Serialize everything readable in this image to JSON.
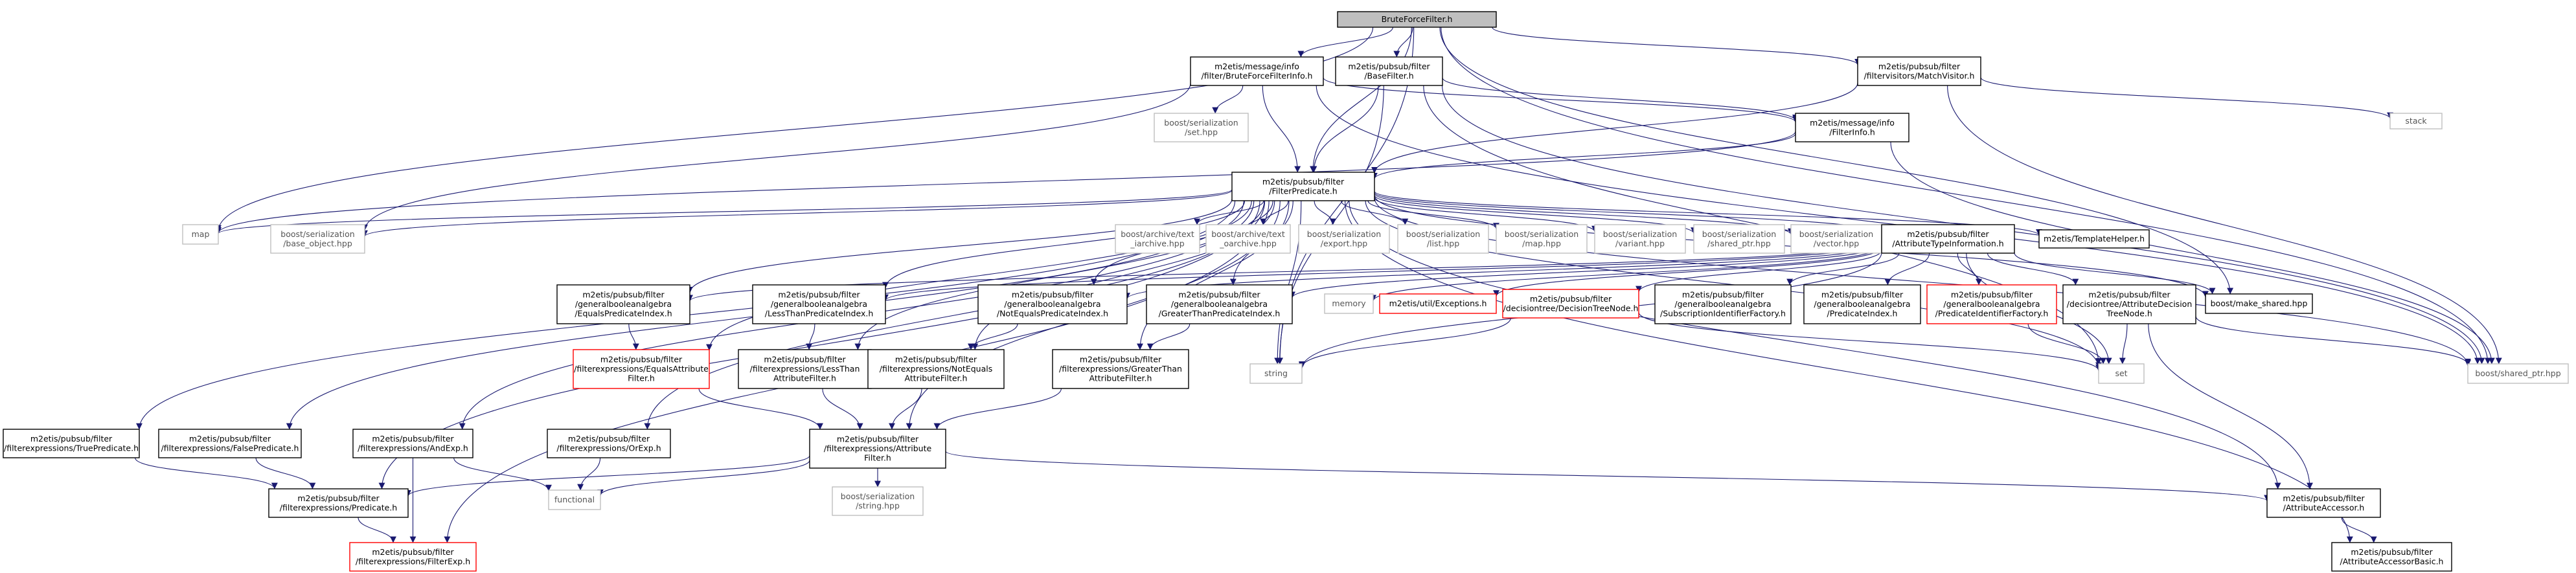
{
  "graph": {
    "edge_color": "#191970",
    "node_styles": {
      "root": {
        "fill": "#bfbfbf",
        "stroke": "#000000",
        "text": "#000000"
      },
      "normal": {
        "fill": "#ffffff",
        "stroke": "#000000",
        "text": "#000000"
      },
      "external": {
        "fill": "#ffffff",
        "stroke": "#bfbfbf",
        "text": "#555555"
      },
      "red": {
        "fill": "#ffffff",
        "stroke": "#ff0000",
        "text": "#000000"
      }
    },
    "nodes": [
      {
        "id": "bff",
        "lines": [
          "BruteForceFilter.h"
        ],
        "style": "root"
      },
      {
        "id": "bffi",
        "lines": [
          "m2etis/message/info",
          "/filter/BruteForceFilterInfo.h"
        ],
        "style": "normal"
      },
      {
        "id": "basef",
        "lines": [
          "m2etis/pubsub/filter",
          "/BaseFilter.h"
        ],
        "style": "normal"
      },
      {
        "id": "mv",
        "lines": [
          "m2etis/pubsub/filter",
          "/filtervisitors/MatchVisitor.h"
        ],
        "style": "normal"
      },
      {
        "id": "bs_set",
        "lines": [
          "boost/serialization",
          "/set.hpp"
        ],
        "style": "external"
      },
      {
        "id": "fi",
        "lines": [
          "m2etis/message/info",
          "/FilterInfo.h"
        ],
        "style": "normal"
      },
      {
        "id": "stack",
        "lines": [
          "stack"
        ],
        "style": "external"
      },
      {
        "id": "fp",
        "lines": [
          "m2etis/pubsub/filter",
          "/FilterPredicate.h"
        ],
        "style": "normal"
      },
      {
        "id": "map",
        "lines": [
          "map"
        ],
        "style": "external"
      },
      {
        "id": "bs_base",
        "lines": [
          "boost/serialization",
          "/base_object.hpp"
        ],
        "style": "external"
      },
      {
        "id": "ba_ta",
        "lines": [
          "boost/archive/text",
          "_iarchive.hpp"
        ],
        "style": "external"
      },
      {
        "id": "ba_to",
        "lines": [
          "boost/archive/text",
          "_oarchive.hpp"
        ],
        "style": "external"
      },
      {
        "id": "bs_export",
        "lines": [
          "boost/serialization",
          "/export.hpp"
        ],
        "style": "external"
      },
      {
        "id": "bs_list",
        "lines": [
          "boost/serialization",
          "/list.hpp"
        ],
        "style": "external"
      },
      {
        "id": "bs_map",
        "lines": [
          "boost/serialization",
          "/map.hpp"
        ],
        "style": "external"
      },
      {
        "id": "bs_variant",
        "lines": [
          "boost/serialization",
          "/variant.hpp"
        ],
        "style": "external"
      },
      {
        "id": "bs_shared",
        "lines": [
          "boost/serialization",
          "/shared_ptr.hpp"
        ],
        "style": "external"
      },
      {
        "id": "bs_vector",
        "lines": [
          "boost/serialization",
          "/vector.hpp"
        ],
        "style": "external"
      },
      {
        "id": "ati",
        "lines": [
          "m2etis/pubsub/filter",
          "/AttributeTypeInformation.h"
        ],
        "style": "normal"
      },
      {
        "id": "tmpl",
        "lines": [
          "m2etis/TemplateHelper.h"
        ],
        "style": "normal"
      },
      {
        "id": "make_shared",
        "lines": [
          "boost/make_shared.hpp"
        ],
        "style": "normal"
      },
      {
        "id": "eqpi",
        "lines": [
          "m2etis/pubsub/filter",
          "/generalbooleanalgebra",
          "/EqualsPredicateIndex.h"
        ],
        "style": "normal"
      },
      {
        "id": "ltpi",
        "lines": [
          "m2etis/pubsub/filter",
          "/generalbooleanalgebra",
          "/LessThanPredicateIndex.h"
        ],
        "style": "normal"
      },
      {
        "id": "nepi",
        "lines": [
          "m2etis/pubsub/filter",
          "/generalbooleanalgebra",
          "/NotEqualsPredicateIndex.h"
        ],
        "style": "normal"
      },
      {
        "id": "gtpi",
        "lines": [
          "m2etis/pubsub/filter",
          "/generalbooleanalgebra",
          "/GreaterThanPredicateIndex.h"
        ],
        "style": "normal"
      },
      {
        "id": "memory",
        "lines": [
          "memory"
        ],
        "style": "external"
      },
      {
        "id": "exc",
        "lines": [
          "m2etis/util/Exceptions.h"
        ],
        "style": "red"
      },
      {
        "id": "dtn",
        "lines": [
          "m2etis/pubsub/filter",
          "/decisiontree/DecisionTreeNode.h"
        ],
        "style": "red"
      },
      {
        "id": "sif",
        "lines": [
          "m2etis/pubsub/filter",
          "/generalbooleanalgebra",
          "/SubscriptionIdentifierFactory.h"
        ],
        "style": "normal"
      },
      {
        "id": "pi",
        "lines": [
          "m2etis/pubsub/filter",
          "/generalbooleanalgebra",
          "/PredicateIndex.h"
        ],
        "style": "normal"
      },
      {
        "id": "pif",
        "lines": [
          "m2etis/pubsub/filter",
          "/generalbooleanalgebra",
          "/PredicateIdentifierFactory.h"
        ],
        "style": "red"
      },
      {
        "id": "adtn",
        "lines": [
          "m2etis/pubsub/filter",
          "/decisiontree/AttributeDecision",
          "TreeNode.h"
        ],
        "style": "normal"
      },
      {
        "id": "eqaf",
        "lines": [
          "m2etis/pubsub/filter",
          "/filterexpressions/EqualsAttribute",
          "Filter.h"
        ],
        "style": "red"
      },
      {
        "id": "ltaf",
        "lines": [
          "m2etis/pubsub/filter",
          "/filterexpressions/LessThan",
          "AttributeFilter.h"
        ],
        "style": "normal"
      },
      {
        "id": "neaf",
        "lines": [
          "m2etis/pubsub/filter",
          "/filterexpressions/NotEquals",
          "AttributeFilter.h"
        ],
        "style": "normal"
      },
      {
        "id": "gtaf",
        "lines": [
          "m2etis/pubsub/filter",
          "/filterexpressions/GreaterThan",
          "AttributeFilter.h"
        ],
        "style": "normal"
      },
      {
        "id": "string",
        "lines": [
          "string"
        ],
        "style": "external"
      },
      {
        "id": "set",
        "lines": [
          "set"
        ],
        "style": "external"
      },
      {
        "id": "shared_ptr",
        "lines": [
          "boost/shared_ptr.hpp"
        ],
        "style": "external"
      },
      {
        "id": "tp",
        "lines": [
          "m2etis/pubsub/filter",
          "/filterexpressions/TruePredicate.h"
        ],
        "style": "normal"
      },
      {
        "id": "fpred",
        "lines": [
          "m2etis/pubsub/filter",
          "/filterexpressions/FalsePredicate.h"
        ],
        "style": "normal"
      },
      {
        "id": "andexp",
        "lines": [
          "m2etis/pubsub/filter",
          "/filterexpressions/AndExp.h"
        ],
        "style": "normal"
      },
      {
        "id": "orexp",
        "lines": [
          "m2etis/pubsub/filter",
          "/filterexpressions/OrExp.h"
        ],
        "style": "normal"
      },
      {
        "id": "af",
        "lines": [
          "m2etis/pubsub/filter",
          "/filterexpressions/Attribute",
          "Filter.h"
        ],
        "style": "normal"
      },
      {
        "id": "functional",
        "lines": [
          "functional"
        ],
        "style": "external"
      },
      {
        "id": "bs_string",
        "lines": [
          "boost/serialization",
          "/string.hpp"
        ],
        "style": "external"
      },
      {
        "id": "pred",
        "lines": [
          "m2etis/pubsub/filter",
          "/filterexpressions/Predicate.h"
        ],
        "style": "normal"
      },
      {
        "id": "fexp",
        "lines": [
          "m2etis/pubsub/filter",
          "/filterexpressions/FilterExp.h"
        ],
        "style": "red"
      },
      {
        "id": "aa",
        "lines": [
          "m2etis/pubsub/filter",
          "/AttributeAccessor.h"
        ],
        "style": "normal"
      },
      {
        "id": "aab",
        "lines": [
          "m2etis/pubsub/filter",
          "/AttributeAccessorBasic.h"
        ],
        "style": "normal"
      }
    ],
    "edges": [
      [
        "bff",
        "bffi"
      ],
      [
        "bff",
        "basef"
      ],
      [
        "bff",
        "mv"
      ],
      [
        "bff",
        "map"
      ],
      [
        "bff",
        "string"
      ],
      [
        "bff",
        "make_shared"
      ],
      [
        "bff",
        "shared_ptr"
      ],
      [
        "bff",
        "fp"
      ],
      [
        "bffi",
        "bs_set"
      ],
      [
        "bffi",
        "fi"
      ],
      [
        "bffi",
        "fp"
      ],
      [
        "bffi",
        "bs_base"
      ],
      [
        "bffi",
        "shared_ptr"
      ],
      [
        "basef",
        "fi"
      ],
      [
        "basef",
        "fp"
      ],
      [
        "basef",
        "set"
      ],
      [
        "basef",
        "string"
      ],
      [
        "basef",
        "shared_ptr"
      ],
      [
        "mv",
        "stack"
      ],
      [
        "mv",
        "fp"
      ],
      [
        "mv",
        "shared_ptr"
      ],
      [
        "fi",
        "fp"
      ],
      [
        "fi",
        "map"
      ],
      [
        "fi",
        "shared_ptr"
      ],
      [
        "fp",
        "map"
      ],
      [
        "fp",
        "bs_base"
      ],
      [
        "fp",
        "ba_ta"
      ],
      [
        "fp",
        "ba_to"
      ],
      [
        "fp",
        "bs_export"
      ],
      [
        "fp",
        "bs_list"
      ],
      [
        "fp",
        "bs_map"
      ],
      [
        "fp",
        "bs_variant"
      ],
      [
        "fp",
        "bs_shared"
      ],
      [
        "fp",
        "bs_vector"
      ],
      [
        "fp",
        "ati"
      ],
      [
        "fp",
        "tmpl"
      ],
      [
        "fp",
        "make_shared"
      ],
      [
        "fp",
        "eqpi"
      ],
      [
        "fp",
        "ltpi"
      ],
      [
        "fp",
        "nepi"
      ],
      [
        "fp",
        "gtpi"
      ],
      [
        "fp",
        "string"
      ],
      [
        "fp",
        "set"
      ],
      [
        "fp",
        "shared_ptr"
      ],
      [
        "fp",
        "tp"
      ],
      [
        "fp",
        "fpred"
      ],
      [
        "fp",
        "andexp"
      ],
      [
        "fp",
        "orexp"
      ],
      [
        "fp",
        "af"
      ],
      [
        "fp",
        "pred"
      ],
      [
        "fp",
        "fexp"
      ],
      [
        "fp",
        "aa"
      ],
      [
        "fp",
        "aab"
      ],
      [
        "fp",
        "eqaf"
      ],
      [
        "fp",
        "ltaf"
      ],
      [
        "fp",
        "neaf"
      ],
      [
        "fp",
        "gtaf"
      ],
      [
        "ati",
        "memory"
      ],
      [
        "ati",
        "exc"
      ],
      [
        "ati",
        "dtn"
      ],
      [
        "ati",
        "sif"
      ],
      [
        "ati",
        "pi"
      ],
      [
        "ati",
        "pif"
      ],
      [
        "ati",
        "adtn"
      ],
      [
        "ati",
        "eqpi"
      ],
      [
        "ati",
        "ltpi"
      ],
      [
        "ati",
        "nepi"
      ],
      [
        "ati",
        "gtpi"
      ],
      [
        "ati",
        "make_shared"
      ],
      [
        "ati",
        "set"
      ],
      [
        "ati",
        "string"
      ],
      [
        "eqpi",
        "eqaf"
      ],
      [
        "ltpi",
        "ltaf"
      ],
      [
        "nepi",
        "neaf"
      ],
      [
        "gtpi",
        "gtaf"
      ],
      [
        "dtn",
        "string"
      ],
      [
        "dtn",
        "set"
      ],
      [
        "pif",
        "set"
      ],
      [
        "adtn",
        "set"
      ],
      [
        "adtn",
        "aa"
      ],
      [
        "adtn",
        "shared_ptr"
      ],
      [
        "eqaf",
        "af"
      ],
      [
        "ltaf",
        "af"
      ],
      [
        "neaf",
        "af"
      ],
      [
        "gtaf",
        "af"
      ],
      [
        "af",
        "functional"
      ],
      [
        "af",
        "bs_string"
      ],
      [
        "af",
        "pred"
      ],
      [
        "af",
        "aa"
      ],
      [
        "tp",
        "pred"
      ],
      [
        "fpred",
        "pred"
      ],
      [
        "andexp",
        "functional"
      ],
      [
        "andexp",
        "fexp"
      ],
      [
        "orexp",
        "functional"
      ],
      [
        "pred",
        "fexp"
      ],
      [
        "aa",
        "aab"
      ]
    ]
  }
}
